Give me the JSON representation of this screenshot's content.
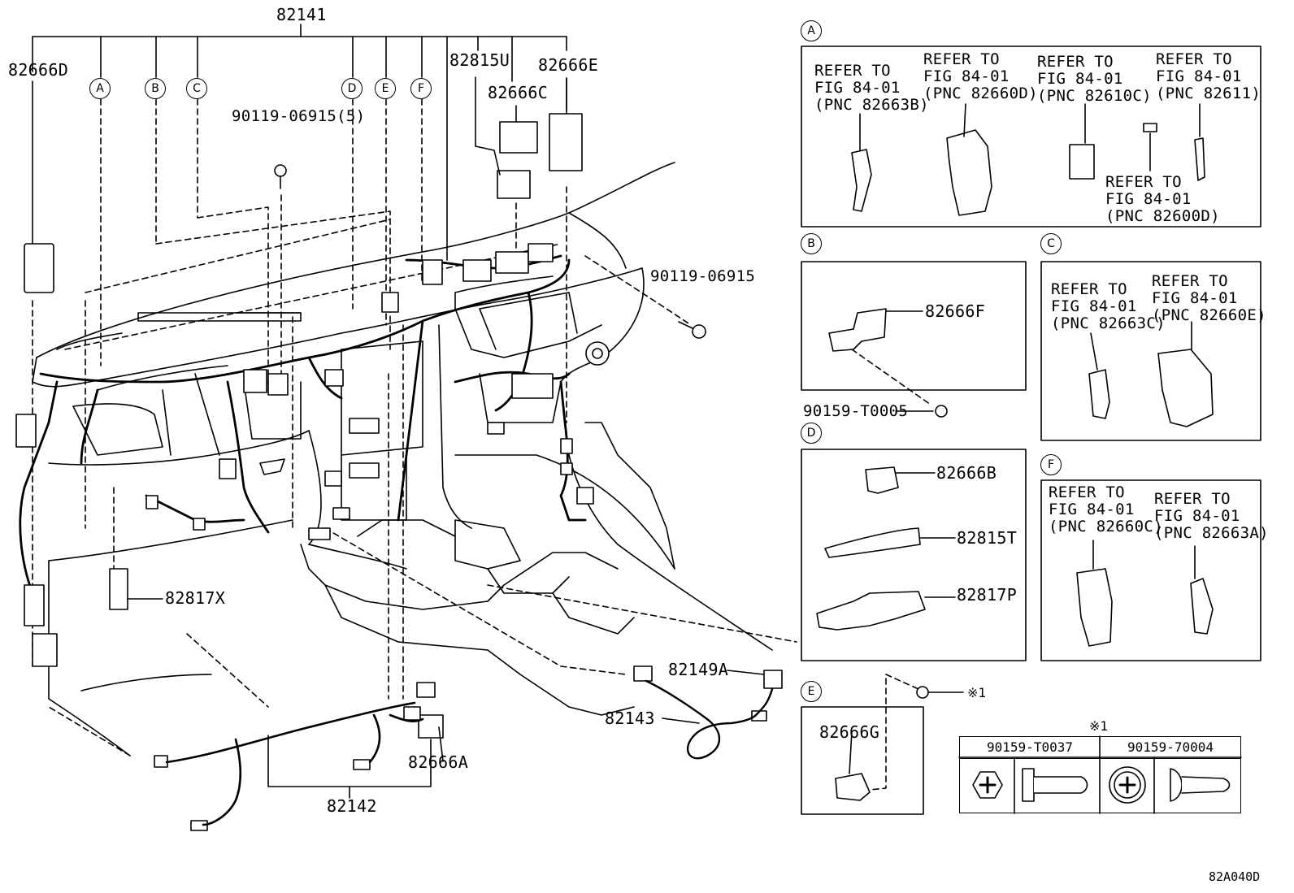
{
  "main_labels": {
    "p82141": "82141",
    "p82666D": "82666D",
    "p82815U": "82815U",
    "p82666E": "82666E",
    "p82666C": "82666C",
    "bolt_top": "90119-06915(5)",
    "bolt_right": "90119-06915",
    "p82817X": "82817X",
    "p82149A": "82149A",
    "p82143": "82143",
    "p82666A": "82666A",
    "p82142": "82142"
  },
  "circle_letters": [
    "A",
    "B",
    "C",
    "D",
    "E",
    "F"
  ],
  "inset_A": {
    "letter": "A",
    "refs": [
      "REFER TO\nFIG 84-01\n(PNC 82663B)",
      "REFER TO\nFIG 84-01\n(PNC 82660D)",
      "REFER TO\nFIG 84-01\n(PNC 82610C)",
      "REFER TO\nFIG 84-01\n(PNC 82611)",
      "REFER TO\nFIG 84-01\n(PNC 82600D)"
    ]
  },
  "inset_B": {
    "letter": "B",
    "part": "82666F",
    "bolt": "90159-T0005"
  },
  "inset_C": {
    "letter": "C",
    "refs": [
      "REFER TO\nFIG 84-01\n(PNC 82663C)",
      "REFER TO\nFIG 84-01\n(PNC 82660E)"
    ]
  },
  "inset_D": {
    "letter": "D",
    "parts": [
      "82666B",
      "82815T",
      "82817P"
    ]
  },
  "inset_E": {
    "letter": "E",
    "part": "82666G",
    "note": "※1"
  },
  "inset_F": {
    "letter": "F",
    "refs": [
      "REFER TO\nFIG 84-01\n(PNC 82660C)",
      "REFER TO\nFIG 84-01\n(PNC 82663A)"
    ]
  },
  "fastener_table": {
    "title": "※1",
    "headers": [
      "90159-T0037",
      "90159-70004"
    ]
  },
  "figure_code": "82A040D"
}
